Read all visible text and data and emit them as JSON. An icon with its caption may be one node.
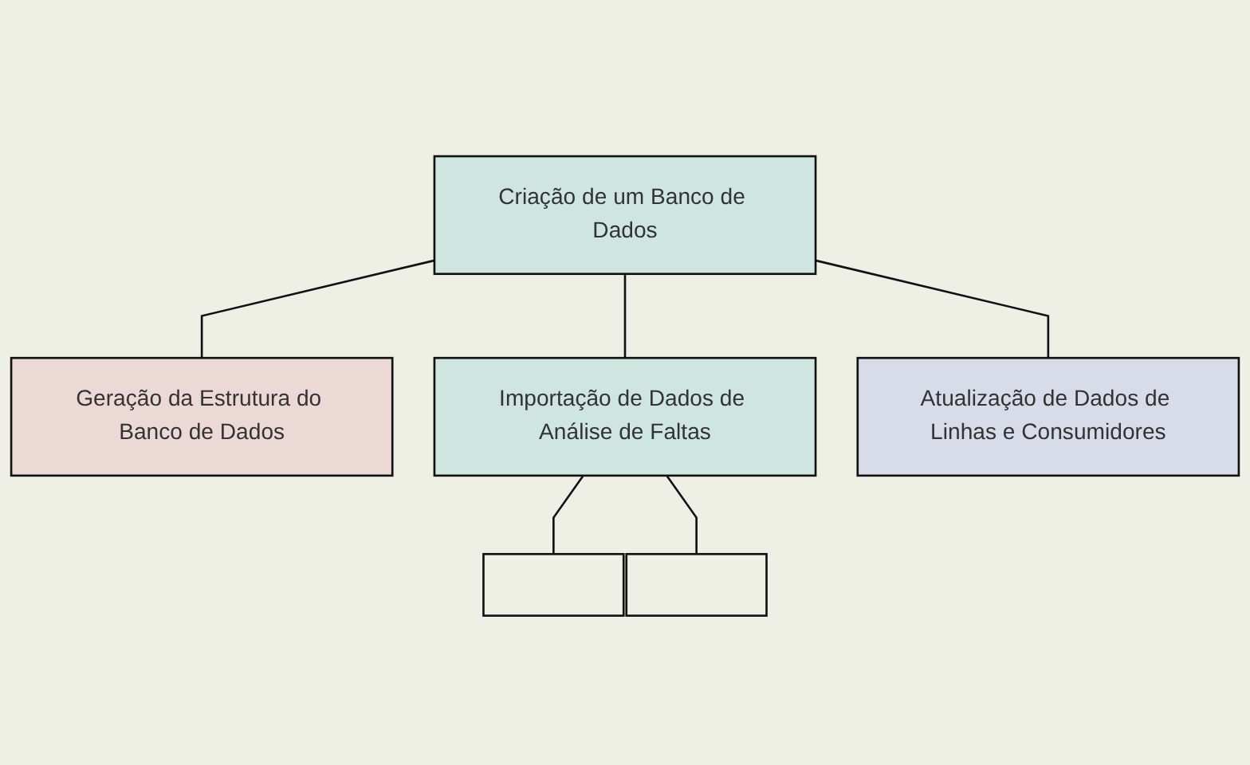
{
  "diagram": {
    "nodes": [
      {
        "text": [
          "Criação de um Banco de Dados"
        ]
      },
      {
        "text": [
          "Geração da Estrutura do Banco de Dados"
        ]
      },
      {
        "text": [
          "Importação de Dados de Análise de Faltas"
        ]
      },
      {
        "text": [
          "Atualização de Dados de Linhas e Consumidores"
        ]
      },
      {
        "text": [],
        "shape": "box"
      },
      {
        "text": [],
        "shape": "box"
      }
    ],
    "edges": [
      {
        "from": 0,
        "to": 1,
        "arrow": "none"
      },
      {
        "from": 0,
        "to": 2,
        "arrow": "none"
      },
      {
        "from": 0,
        "to": 3,
        "arrow": "none"
      },
      {
        "from": 2,
        "to": 4,
        "arrow": "none"
      },
      {
        "from": 2,
        "to": 5,
        "arrow": "none"
      }
    ]
  }
}
